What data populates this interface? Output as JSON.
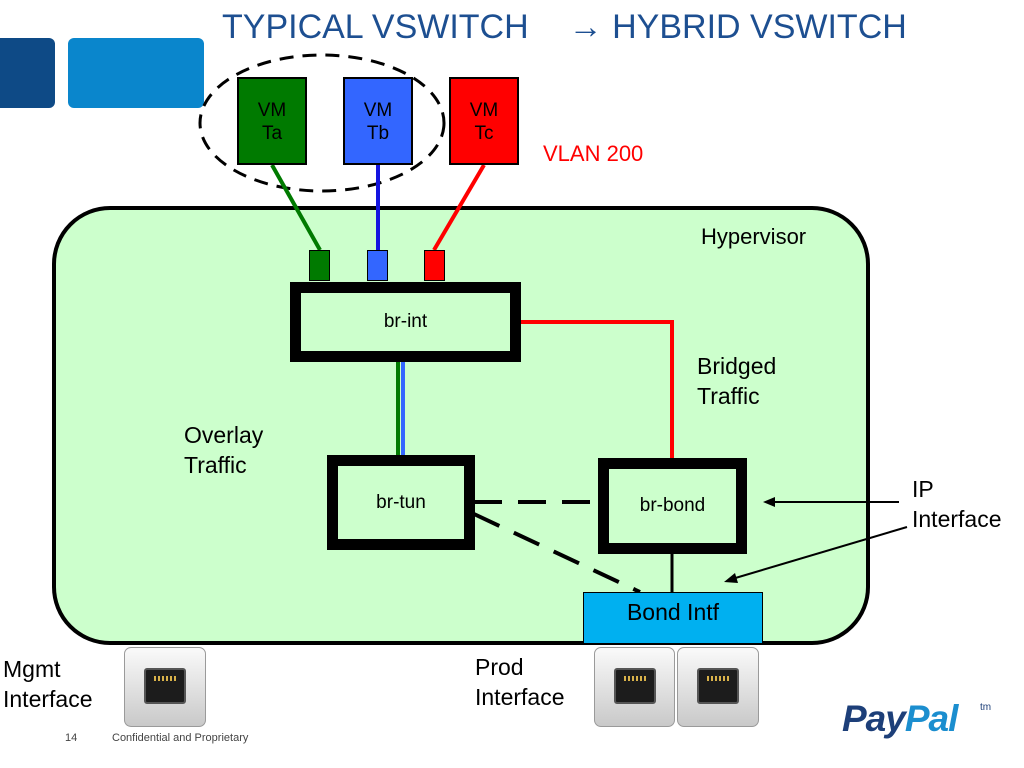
{
  "title": {
    "left": "TYPICAL VSWITCH",
    "arrow": "→",
    "right": "HYBRID VSWITCH"
  },
  "vms": [
    {
      "line1": "VM",
      "line2": "Ta",
      "color": "#007a00"
    },
    {
      "line1": "VM",
      "line2": "Tb",
      "color": "#3366ff"
    },
    {
      "line1": "VM",
      "line2": "Tc",
      "color": "#ff0000"
    }
  ],
  "vlan_label": "VLAN 200",
  "hypervisor_label": "Hypervisor",
  "bridges": {
    "int": "br-int",
    "tun": "br-tun",
    "bond": "br-bond"
  },
  "labels": {
    "bridged": [
      "Bridged",
      "Traffic"
    ],
    "overlay": [
      "Overlay",
      "Traffic"
    ],
    "ip": [
      "IP",
      "Interface"
    ],
    "mgmt": [
      "Mgmt",
      "Interface"
    ],
    "prod": [
      "Prod",
      "Interface"
    ]
  },
  "bond_intf": "Bond Intf",
  "footer": {
    "page": "14",
    "text": "Confidential and Proprietary"
  },
  "logo": {
    "pay": "Pay",
    "pal": "Pal",
    "tm": "tm"
  },
  "colors": {
    "green": "#007a00",
    "blue": "#3366ff",
    "red": "#ff0000",
    "hypervisor_bg": "#ccffcc",
    "bond_bg": "#00b0f0",
    "title": "#1d4f91"
  }
}
